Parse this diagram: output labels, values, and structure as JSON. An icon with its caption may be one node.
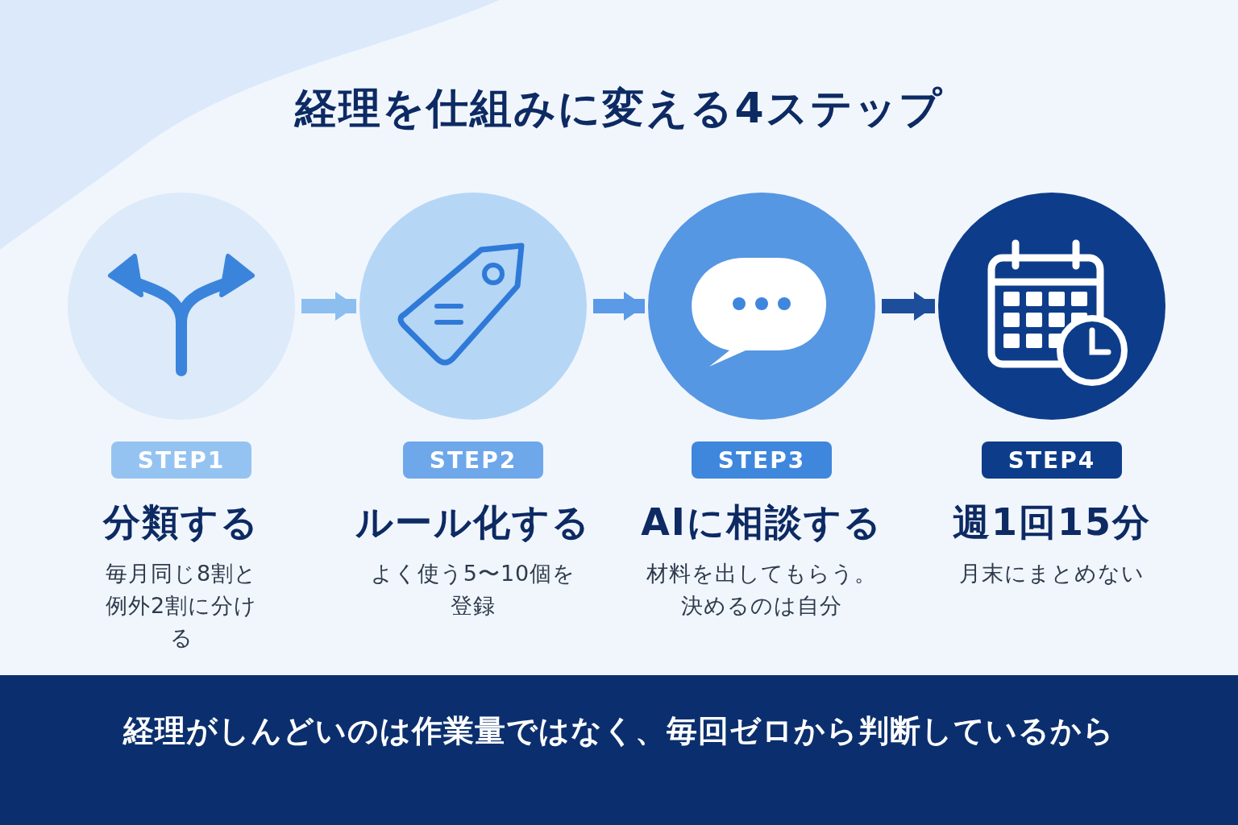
{
  "diagram": {
    "title": "経理を仕組みに変える4ステップ",
    "nodes": [
      {
        "text": [],
        "shape": "circle"
      },
      {
        "text": [],
        "shape": "circle"
      },
      {
        "text": [],
        "shape": "circle"
      },
      {
        "text": [],
        "shape": "circle"
      },
      {
        "text": [
          "STEP1"
        ],
        "beside": [
          "分類する",
          "毎月同じ8割と例外2割に分ける"
        ]
      },
      {
        "text": [
          "STEP2"
        ],
        "beside": [
          "ルール化する",
          "よく使う5〜10個を登録"
        ]
      },
      {
        "text": [
          "STEP3"
        ],
        "beside": [
          "AIに相談する",
          "材料を出してもらう。決めるのは自分"
        ]
      },
      {
        "text": [
          "STEP4"
        ],
        "beside": [
          "週1回15分",
          "月末にまとめない"
        ]
      },
      {
        "text": [
          "経理がしんどいのは作業量ではなく、毎回ゼロから判断しているから"
        ]
      }
    ],
    "edges": [
      {
        "from": 0,
        "to": 1,
        "arrow": "to"
      },
      {
        "from": 1,
        "to": 2,
        "arrow": "to"
      },
      {
        "from": 2,
        "to": 3,
        "arrow": "to",
        "color": "#1d4e9c"
      }
    ]
  }
}
